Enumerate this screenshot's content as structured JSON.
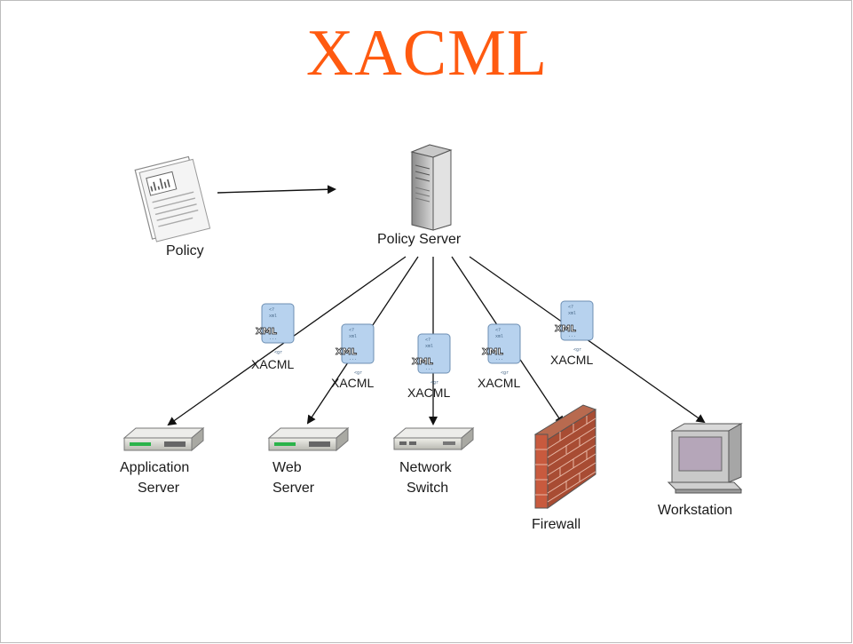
{
  "title": "XACML",
  "policy_label": "Policy",
  "server_label": "Policy Server",
  "xacml_label": "XACML",
  "xml_icon_text": "XML",
  "xml_icon_lines": [
    "<?",
    "xml",
    "..."
  ],
  "xml_icon_foot": "<gr",
  "targets": [
    {
      "name": "application-server",
      "line1": "Application",
      "line2": "Server"
    },
    {
      "name": "web-server",
      "line1": "Web",
      "line2": "Server"
    },
    {
      "name": "network-switch",
      "line1": "Network",
      "line2": "Switch"
    },
    {
      "name": "firewall",
      "line1": "Firewall",
      "line2": ""
    },
    {
      "name": "workstation",
      "line1": "Workstation",
      "line2": ""
    }
  ],
  "colors": {
    "title": "#ff5a10",
    "xml_icon": "#b7d2ee",
    "brick": "#c85a3e",
    "device": "#d8d8d0"
  }
}
